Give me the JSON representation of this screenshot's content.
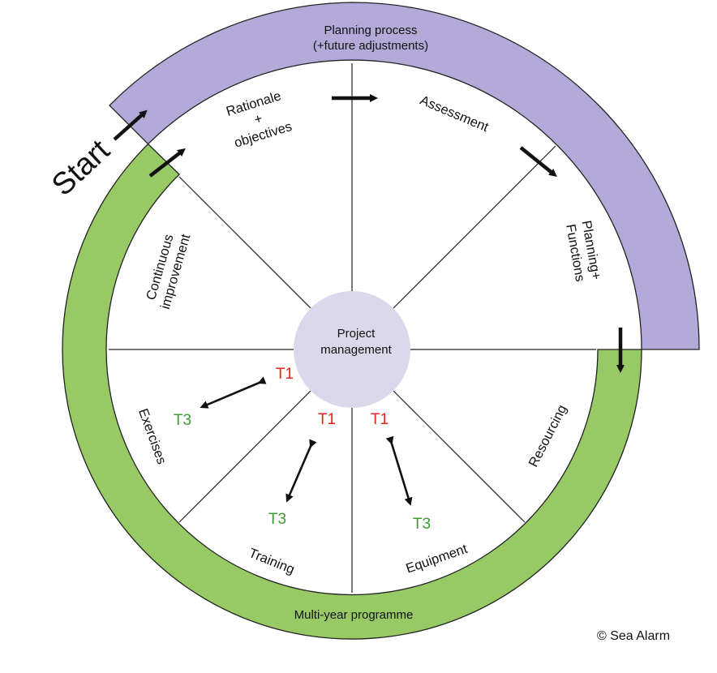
{
  "bands": {
    "planning": {
      "line1": "Planning process",
      "line2": "(+future adjustments)"
    },
    "programme": {
      "label": "Multi-year programme"
    }
  },
  "start": {
    "label": "Start"
  },
  "segments": {
    "rationale": {
      "line1": "Rationale",
      "line2": "+",
      "line3": "objectives"
    },
    "assessment": {
      "label": "Assessment"
    },
    "planning_functions": {
      "line1": "Planning+",
      "line2": "Functions"
    },
    "continuous_improvement": {
      "line1": "Continuous",
      "line2": "improvement"
    },
    "resourcing": {
      "label": "Resourcing"
    },
    "exercises": {
      "label": "Exercises"
    },
    "training": {
      "label": "Training"
    },
    "equipment": {
      "label": "Equipment"
    }
  },
  "center": {
    "line1": "Project",
    "line2": "management"
  },
  "tiers": {
    "exercises": {
      "from": "T1",
      "to": "T3"
    },
    "training": {
      "from": "T1",
      "to": "T3"
    },
    "equipment": {
      "from": "T1",
      "to": "T3"
    }
  },
  "copyright": "© Sea Alarm",
  "colors": {
    "planning_band": "#b4aad9",
    "programme_band": "#97c965",
    "center_circle": "#dcd8ec",
    "tier1": "#e8231c",
    "tier3": "#3f9a36",
    "lines": "#1a1a1a"
  }
}
